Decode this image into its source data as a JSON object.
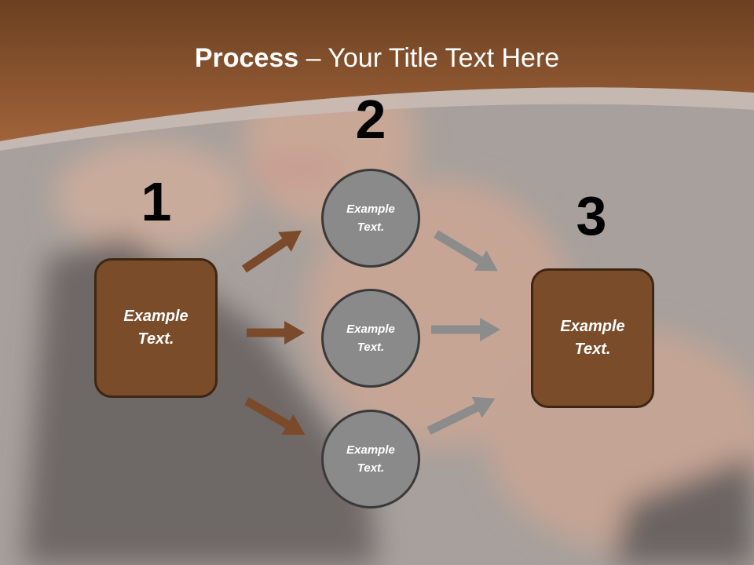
{
  "title": {
    "bold": "Process",
    "rest": " – Your Title Text Here"
  },
  "steps": [
    {
      "number": "1",
      "text": "Example\nText."
    },
    {
      "number": "2"
    },
    {
      "number": "3",
      "text": "Example\nText."
    }
  ],
  "circles": [
    {
      "text": "Example\nText."
    },
    {
      "text": "Example\nText."
    },
    {
      "text": "Example\nText."
    }
  ],
  "colors": {
    "header": "#8b5430",
    "box_fill": "#7a4c2a",
    "box_border": "#3d2614",
    "circle_fill": "#8a8a8a",
    "arrow_brown": "#7a4a2a",
    "arrow_gray": "#8c8c8c"
  }
}
